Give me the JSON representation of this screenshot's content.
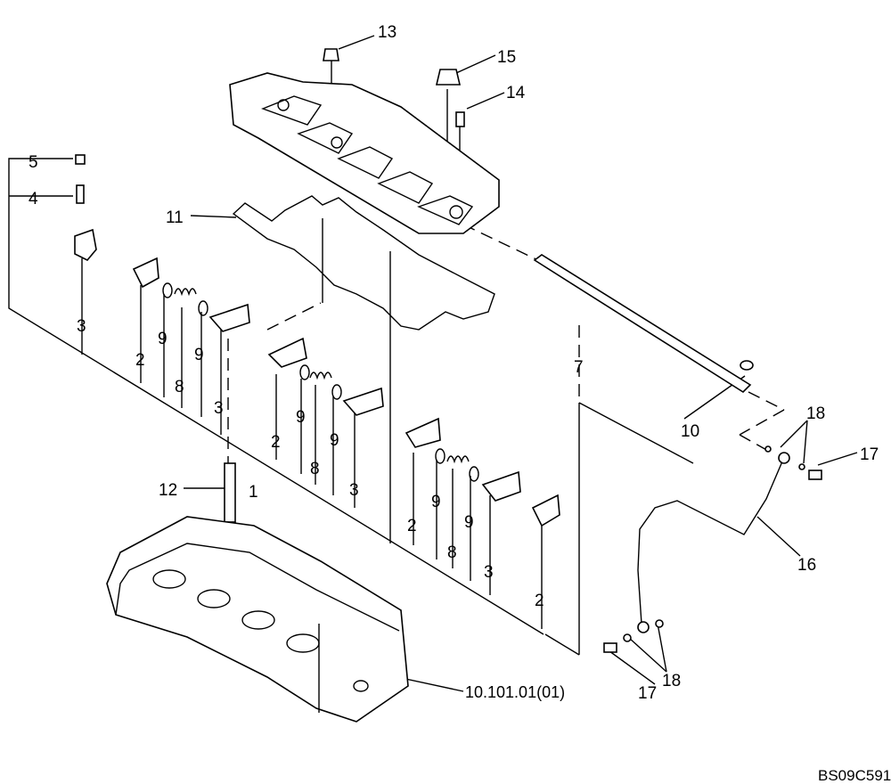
{
  "drawing_code": "BS09C591",
  "reference": "10.101.01(01)",
  "callouts": {
    "c1": "1",
    "c2a": "2",
    "c2b": "2",
    "c2c": "2",
    "c2d": "2",
    "c3a": "3",
    "c3b": "3",
    "c3c": "3",
    "c3d": "3",
    "c4": "4",
    "c5": "5",
    "c7": "7",
    "c8a": "8",
    "c8b": "8",
    "c8c": "8",
    "c9a": "9",
    "c9b": "9",
    "c9c": "9",
    "c9d": "9",
    "c9e": "9",
    "c9f": "9",
    "c10": "10",
    "c11": "11",
    "c12": "12",
    "c13": "13",
    "c14": "14",
    "c15": "15",
    "c16": "16",
    "c17a": "17",
    "c17b": "17",
    "c18a": "18",
    "c18b": "18"
  }
}
